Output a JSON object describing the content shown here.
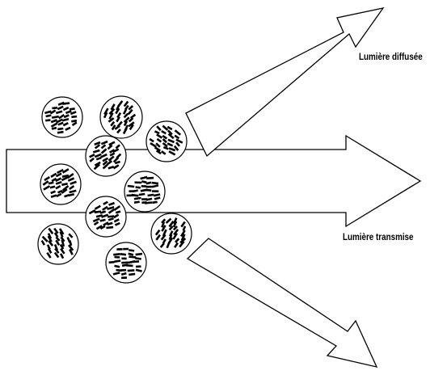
{
  "diagram": {
    "labels": {
      "diffused_light": "Lumière diffusée",
      "transmitted_light": "Lumière transmise"
    },
    "particle_count": 10,
    "colors": {
      "stroke": "#000000",
      "fill": "#ffffff",
      "crystal": "#000000"
    }
  }
}
